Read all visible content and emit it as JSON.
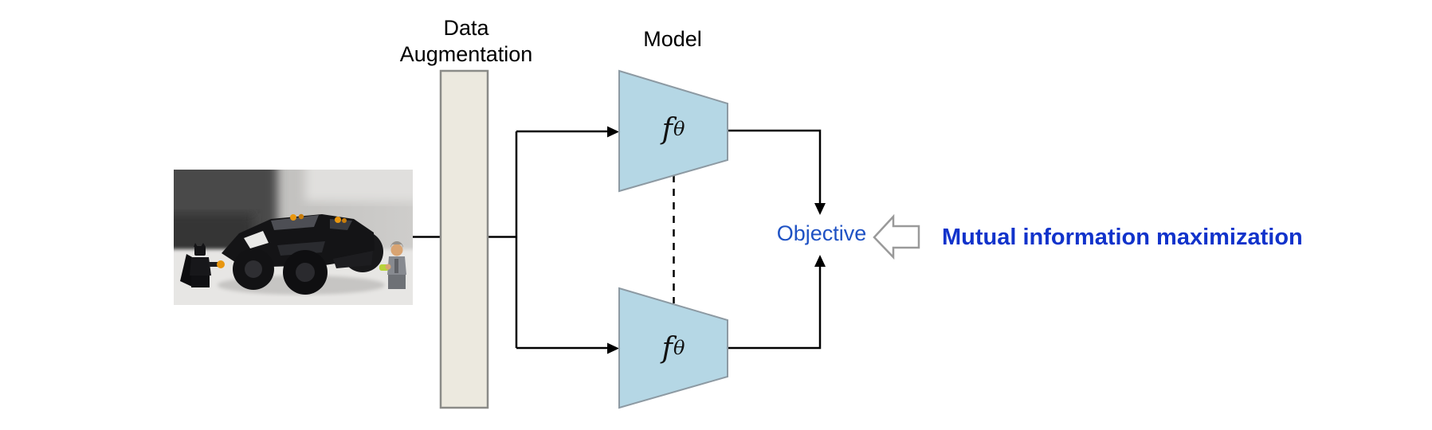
{
  "diagram": {
    "input_image": {
      "name": "lego-batmobile-photo"
    },
    "augmentation": {
      "label_line1": "Data",
      "label_line2": "Augmentation"
    },
    "model": {
      "label": "Model",
      "encoder_top": {
        "f": "f",
        "sub": "θ"
      },
      "encoder_bottom": {
        "f": "f",
        "sub": "θ"
      }
    },
    "objective": {
      "label": "Objective"
    },
    "annotation": {
      "label": "Mutual information maximization"
    }
  },
  "colors": {
    "trapezoid_fill": "#b5d7e5",
    "trapezoid_stroke": "#8d9aa3",
    "augmentation_fill": "#ece9df",
    "augmentation_stroke": "#8b8b88",
    "objective_blue": "#1f52c4",
    "annotation_blue": "#1133cb",
    "line_black": "#000000",
    "block_arrow_stroke": "#9a9a9a"
  }
}
